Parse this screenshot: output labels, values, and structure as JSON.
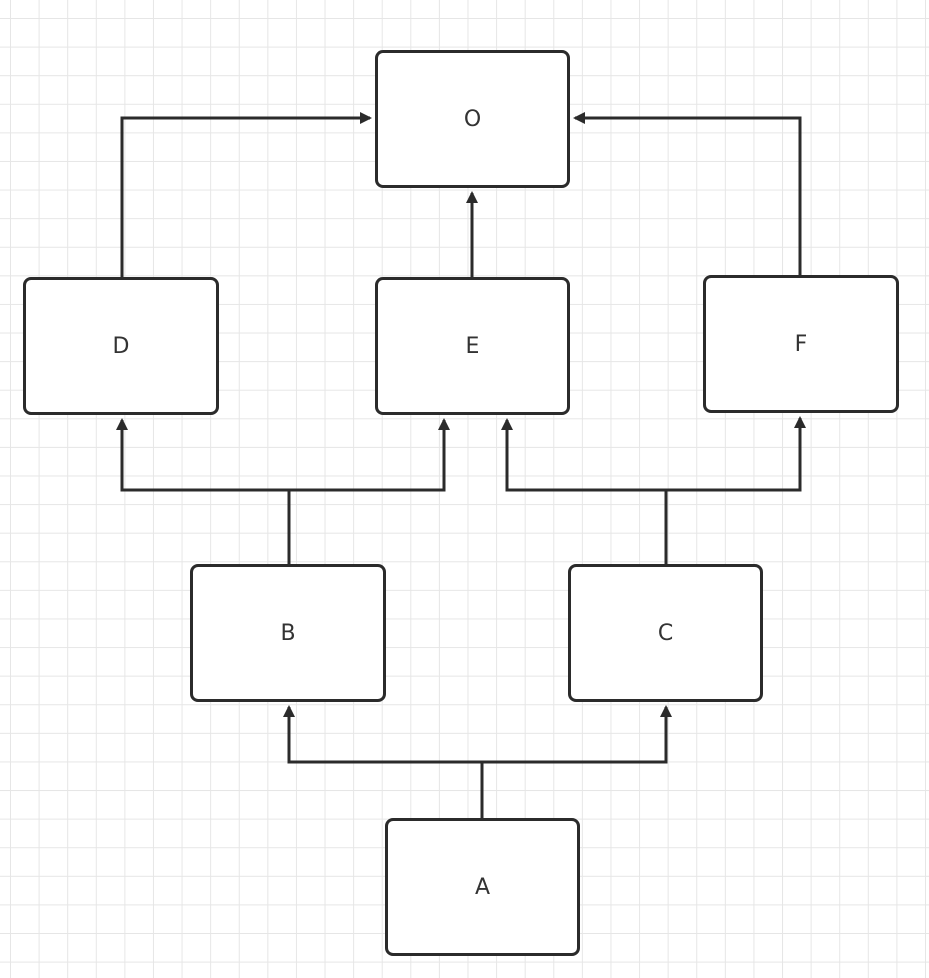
{
  "diagram": {
    "nodes": {
      "O": "O",
      "D": "D",
      "E": "E",
      "F": "F",
      "B": "B",
      "C": "C",
      "A": "A"
    },
    "edges": [
      {
        "from": "A",
        "to": "B"
      },
      {
        "from": "A",
        "to": "C"
      },
      {
        "from": "B",
        "to": "D"
      },
      {
        "from": "B",
        "to": "E"
      },
      {
        "from": "C",
        "to": "E"
      },
      {
        "from": "C",
        "to": "F"
      },
      {
        "from": "D",
        "to": "O"
      },
      {
        "from": "E",
        "to": "O"
      },
      {
        "from": "F",
        "to": "O"
      }
    ]
  }
}
